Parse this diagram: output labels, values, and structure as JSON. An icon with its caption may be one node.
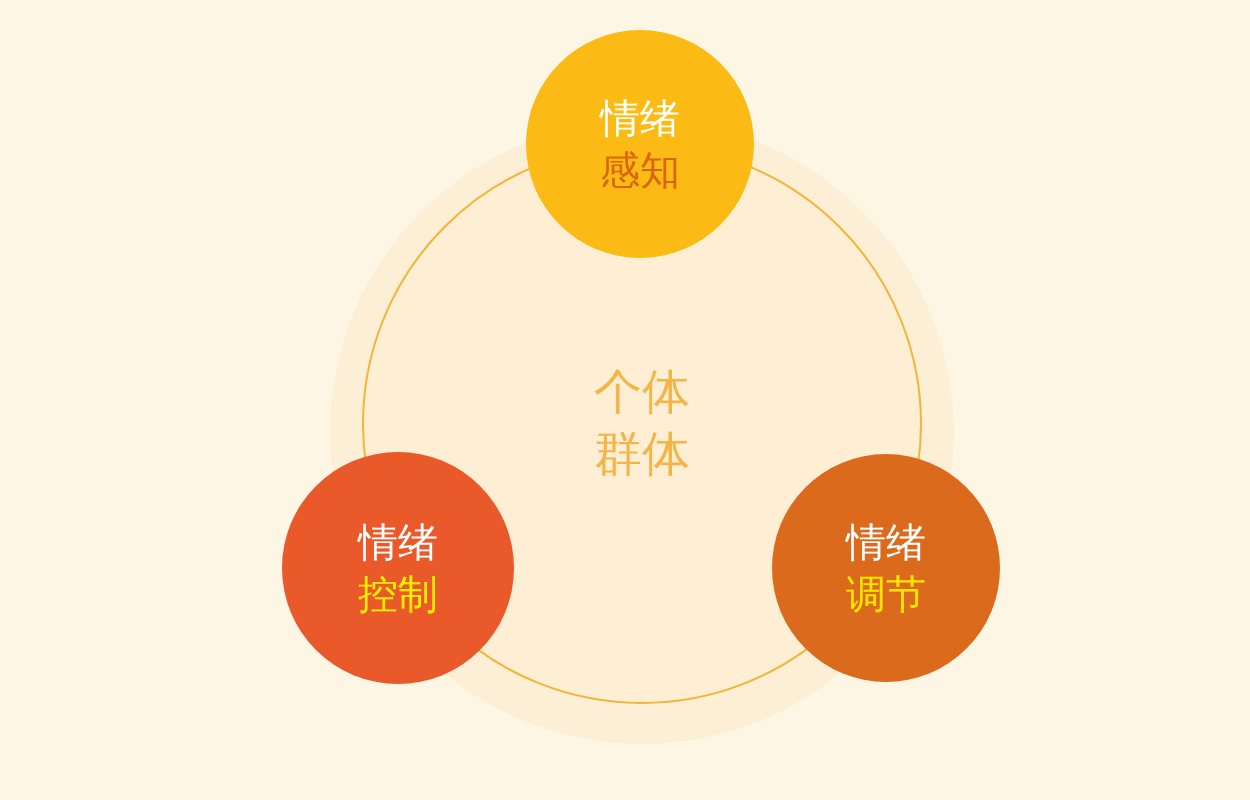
{
  "diagram": {
    "nodes": [
      {
        "text": [
          "情绪",
          "感知"
        ]
      },
      {
        "text": [
          "个体",
          "群体"
        ]
      },
      {
        "text": [
          "情绪",
          "控制"
        ]
      },
      {
        "text": [
          "情绪",
          "调节"
        ]
      }
    ],
    "edges": []
  }
}
